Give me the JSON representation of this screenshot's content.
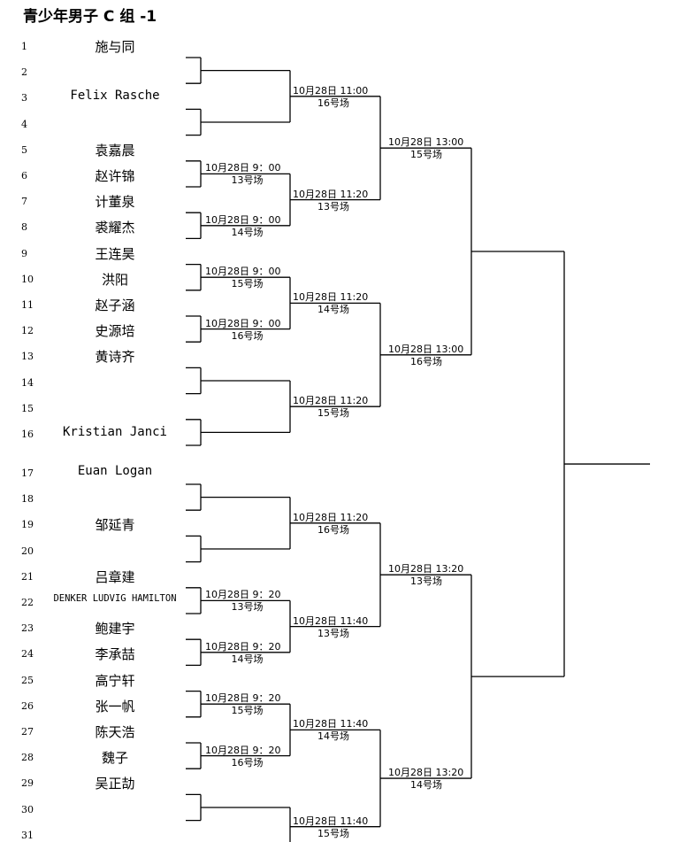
{
  "title": "青少年男子 C 组 -1",
  "players": [
    {
      "seed": "1",
      "name": "施与同"
    },
    {
      "seed": "2",
      "name": ""
    },
    {
      "seed": "3",
      "name": "Felix Rasche"
    },
    {
      "seed": "4",
      "name": ""
    },
    {
      "seed": "5",
      "name": "袁嘉晨"
    },
    {
      "seed": "6",
      "name": "赵许锦"
    },
    {
      "seed": "7",
      "name": "计董泉"
    },
    {
      "seed": "8",
      "name": "裘耀杰"
    },
    {
      "seed": "9",
      "name": "王连昊"
    },
    {
      "seed": "10",
      "name": "洪阳"
    },
    {
      "seed": "11",
      "name": "赵子涵"
    },
    {
      "seed": "12",
      "name": "史源培"
    },
    {
      "seed": "13",
      "name": "黄诗齐"
    },
    {
      "seed": "14",
      "name": ""
    },
    {
      "seed": "15",
      "name": ""
    },
    {
      "seed": "16",
      "name": "Kristian Janci"
    },
    {
      "seed": "17",
      "name": "Euan Logan"
    },
    {
      "seed": "18",
      "name": ""
    },
    {
      "seed": "19",
      "name": "邹延青"
    },
    {
      "seed": "20",
      "name": ""
    },
    {
      "seed": "21",
      "name": "吕章建"
    },
    {
      "seed": "22",
      "name": "DENKER LUDVIG HAMILTON"
    },
    {
      "seed": "23",
      "name": "鲍建宇"
    },
    {
      "seed": "24",
      "name": "李承喆"
    },
    {
      "seed": "25",
      "name": "高宁轩"
    },
    {
      "seed": "26",
      "name": "张一帆"
    },
    {
      "seed": "27",
      "name": "陈天浩"
    },
    {
      "seed": "28",
      "name": "魏子"
    },
    {
      "seed": "29",
      "name": "吴正劼"
    },
    {
      "seed": "30",
      "name": ""
    },
    {
      "seed": "31",
      "name": ""
    }
  ],
  "round1": [
    {
      "time": "10月28日  9：00",
      "court": "13号场"
    },
    {
      "time": "10月28日  9：00",
      "court": "14号场"
    },
    {
      "time": "10月28日  9：00",
      "court": "15号场"
    },
    {
      "time": "10月28日  9：00",
      "court": "16号场"
    },
    {
      "time": "10月28日  9：20",
      "court": "13号场"
    },
    {
      "time": "10月28日  9：20",
      "court": "14号场"
    },
    {
      "time": "10月28日  9：20",
      "court": "15号场"
    },
    {
      "time": "10月28日  9：20",
      "court": "16号场"
    }
  ],
  "round2": [
    {
      "time": "10月28日   11:00",
      "court": "16号场"
    },
    {
      "time": "10月28日   11:20",
      "court": "13号场"
    },
    {
      "time": "10月28日   11:20",
      "court": "14号场"
    },
    {
      "time": "10月28日   11:20",
      "court": "15号场"
    },
    {
      "time": "10月28日   11:20",
      "court": "16号场"
    },
    {
      "time": "10月28日   11:40",
      "court": "13号场"
    },
    {
      "time": "10月28日   11:40",
      "court": "14号场"
    },
    {
      "time": "10月28日   11:40",
      "court": "15号场"
    }
  ],
  "round3": [
    {
      "time": "10月28日 13:00",
      "court": "15号场"
    },
    {
      "time": "10月28日 13:00",
      "court": "16号场"
    },
    {
      "time": "10月28日 13:20",
      "court": "13号场"
    },
    {
      "time": "10月28日 13:20",
      "court": "14号场"
    }
  ]
}
